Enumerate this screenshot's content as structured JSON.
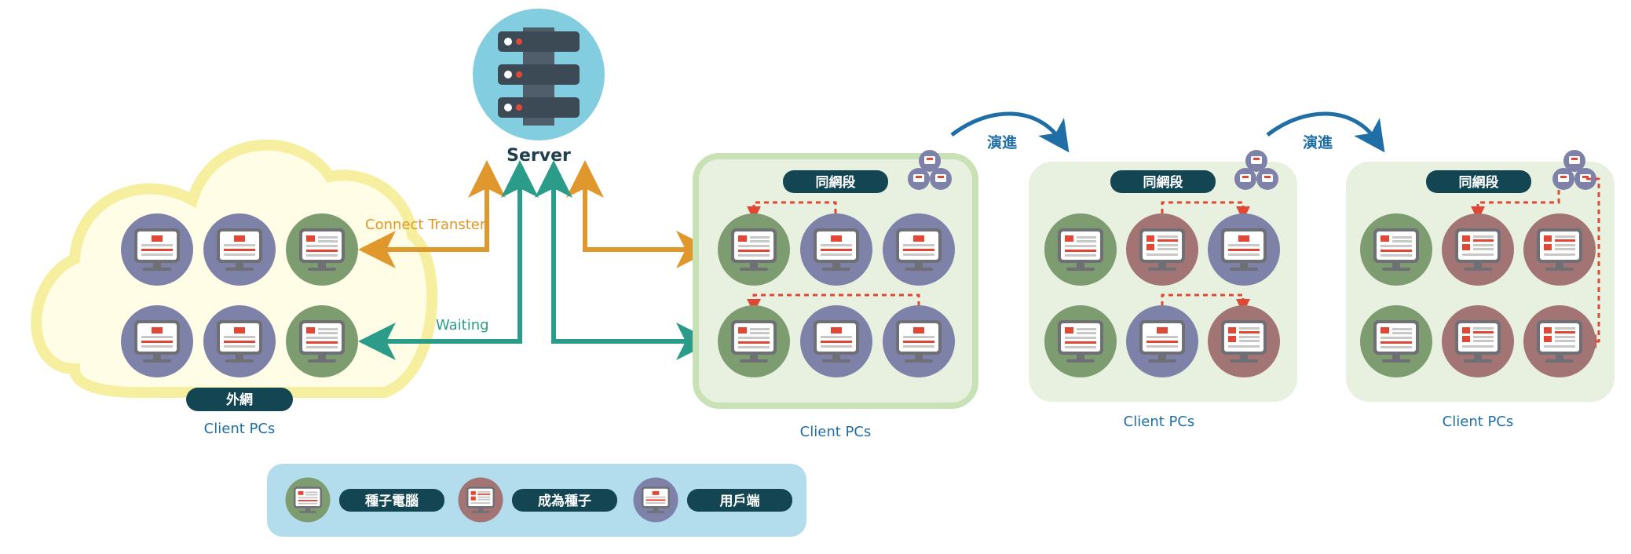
{
  "server": {
    "label": "Server"
  },
  "cloud": {
    "tag": "外網",
    "caption": "Client PCs"
  },
  "arrows": {
    "connect": "Connect Transter",
    "waiting": "Waiting"
  },
  "group1": {
    "tag": "同網段",
    "caption": "Client PCs"
  },
  "group2": {
    "tag": "同網段",
    "caption": "Client PCs"
  },
  "group3": {
    "tag": "同網段",
    "caption": "Client PCs"
  },
  "evolve": {
    "label1": "演進",
    "label2": "演進"
  },
  "legend": {
    "seed": "種子電腦",
    "becoming_seed": "成為種子",
    "client": "用戶端"
  },
  "colors": {
    "seed": "#7d9c70",
    "becoming_seed": "#a37474",
    "client": "#7f82a8",
    "server_circle": "#83cde0",
    "server_rack": "#3b4a55",
    "teal": "#2a9c89",
    "orange": "#e0972b",
    "blue": "#1f6fa6",
    "pill": "#134652",
    "cloud_fill": "#fffde6",
    "cloud_stroke": "#f6ef9f",
    "group_fill": "#e8f1df",
    "group_stroke": "#c8e2b6",
    "legend_bg": "#b3dded",
    "link_red": "#e04835"
  }
}
